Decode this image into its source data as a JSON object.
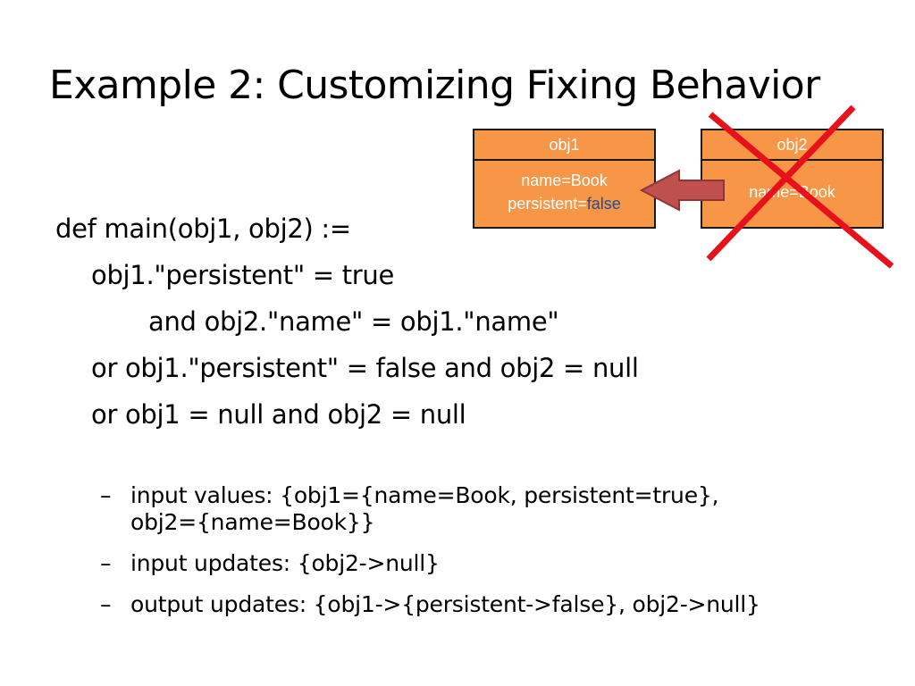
{
  "slide": {
    "title": "Example 2: Customizing Fixing Behavior"
  },
  "diagram": {
    "obj1": {
      "header": "obj1",
      "line1": "name=Book",
      "line2_prefix": "persistent=",
      "line2_value": "false"
    },
    "obj2": {
      "header": "obj2",
      "line1": "name=Book",
      "crossed_out": true
    },
    "colors": {
      "box_fill": "#f79646",
      "arrow_fill": "#c0504d",
      "cross": "#e8101a",
      "highlight_text": "#1f4e9c"
    }
  },
  "code": {
    "lines": [
      "def main(obj1, obj2) :=",
      "obj1.\"persistent\" = true",
      "and obj2.\"name\" = obj1.\"name\"",
      "or obj1.\"persistent\" = false and obj2 = null",
      "or obj1 = null and obj2 = null"
    ]
  },
  "bullets": {
    "dash": "–",
    "items": [
      {
        "line1": "input values: {obj1={name=Book, persistent=true},",
        "line2": "obj2={name=Book}}"
      },
      {
        "line1": "input updates: {obj2->null}"
      },
      {
        "line1": "output updates: {obj1->{persistent->false}, obj2->null}"
      }
    ]
  }
}
